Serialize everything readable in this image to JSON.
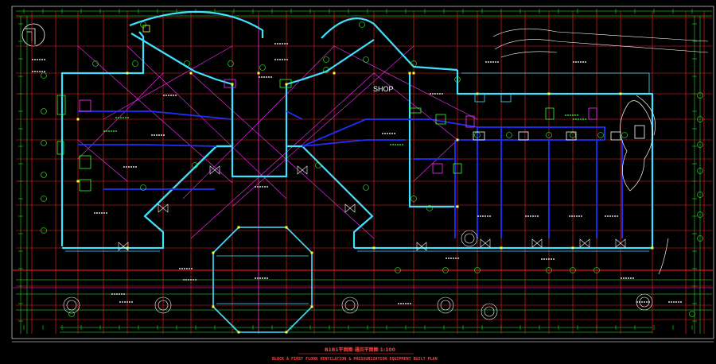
{
  "drawing": {
    "room_label": "SHOP",
    "title_cn": "B1B1平面图 通风平面图 1:100",
    "title_en": "BLOCK A FIRST FLOOR VENTILATION & PRESSURIZATION EQUIPMENT BUILT PLAN",
    "colors": {
      "background": "#000000",
      "grid_red": "#ff2020",
      "grid_green": "#20ff20",
      "duct_blue": "#2030ff",
      "wall_cyan": "#40e0ff",
      "diag_magenta": "#ff30ff",
      "dim_yellow": "#ffff30",
      "text_white": "#ffffff"
    },
    "icons": [
      "north-arrow-icon",
      "grid-bubble-icon",
      "exhaust-fan-icon",
      "tree-icon"
    ]
  }
}
